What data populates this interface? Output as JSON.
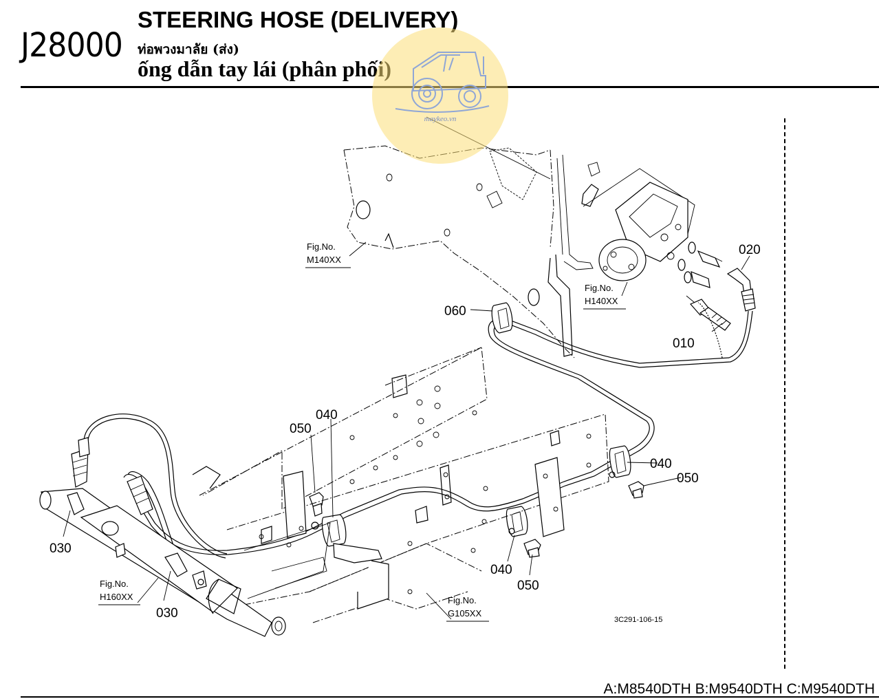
{
  "header": {
    "code": "J28000",
    "title_en": "STEERING HOSE (DELIVERY)",
    "title_th": "ท่อพวงมาลัย (ส่ง)",
    "title_vi": "ống dẫn tay lái (phân phối)"
  },
  "watermark": {
    "text": "maykeo.vn",
    "icon": "tractor-icon",
    "color": "#FBDE78"
  },
  "callouts": {
    "p010": "010",
    "p020": "020",
    "p030a": "030",
    "p030b": "030",
    "p040a": "040",
    "p040b": "040",
    "p040c": "040",
    "p050a": "050",
    "p050b": "050",
    "p050c": "050",
    "p060": "060"
  },
  "figure_refs": {
    "m140": {
      "line1": "Fig.No.",
      "line2": "M140XX"
    },
    "h140": {
      "line1": "Fig.No.",
      "line2": "H140XX"
    },
    "h160": {
      "line1": "Fig.No.",
      "line2": "H160XX"
    },
    "g105": {
      "line1": "Fig.No.",
      "line2": "G105XX"
    }
  },
  "drawing_ref": "3C291-106-15",
  "footer": {
    "models": "A:M8540DTH B:M9540DTH C:M9540DTH"
  }
}
